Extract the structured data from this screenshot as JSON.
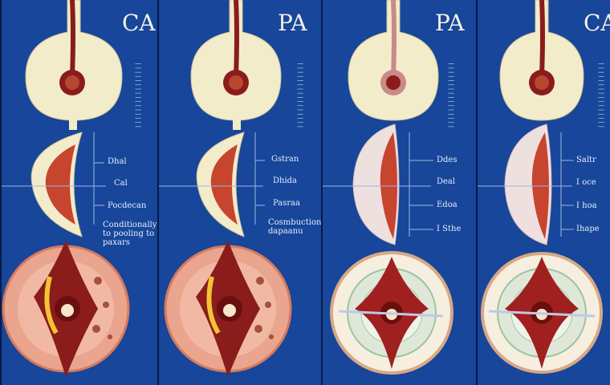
{
  "panels": [
    {
      "title": "CA",
      "labels": [
        "Dhal",
        "Cal",
        "Pocdecan",
        "Conditionally to pooling to paxars"
      ]
    },
    {
      "title": "PA",
      "labels": [
        "Gstran",
        "Dhida",
        "Pasraa",
        "Cosmbuction dapaanu"
      ]
    },
    {
      "title": "PA",
      "labels": [
        "Ddes",
        "Deal",
        "Edoa",
        "I Sthe"
      ]
    },
    {
      "title": "CA",
      "labels": [
        "Saltr",
        "I oce",
        "I hoa",
        "Ihape"
      ]
    }
  ],
  "colors": {
    "background": "#17469a",
    "bulb": "#f3ecca",
    "vessel": "#8a1c1c",
    "tissue": "#c7442f"
  }
}
